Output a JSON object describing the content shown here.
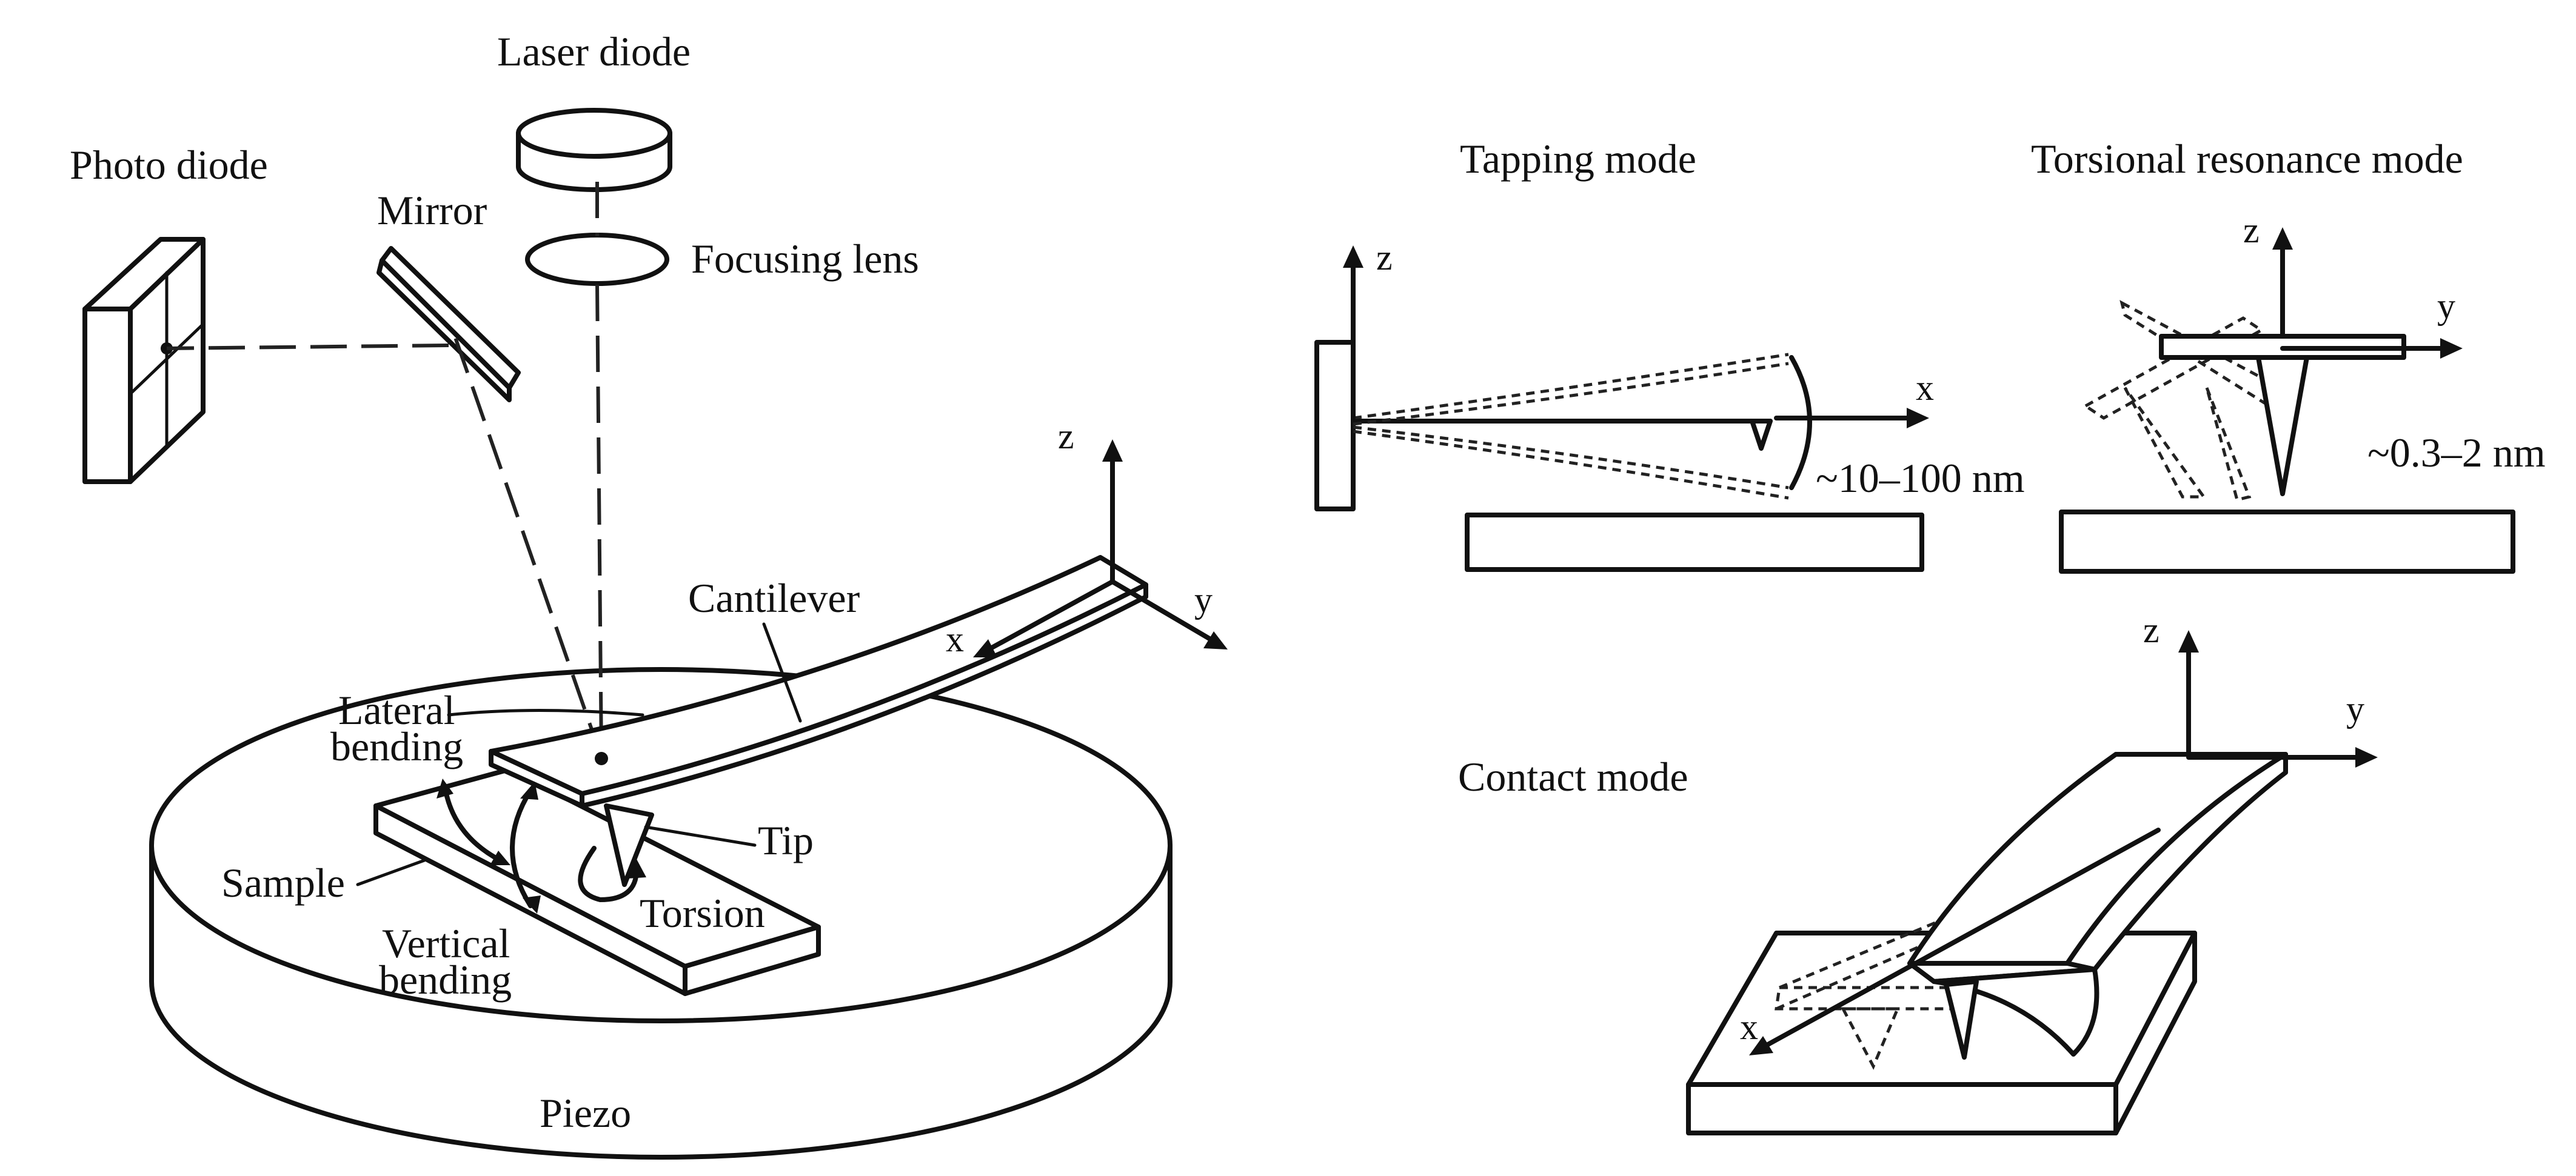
{
  "labels": {
    "laser_diode": "Laser diode",
    "photo_diode": "Photo diode",
    "mirror": "Mirror",
    "focusing_lens": "Focusing lens",
    "cantilever": "Cantilever",
    "lateral_bending_1": "Lateral",
    "lateral_bending_2": "bending",
    "sample": "Sample",
    "tip": "Tip",
    "torsion": "Torsion",
    "vertical_bending_1": "Vertical",
    "vertical_bending_2": "bending",
    "piezo": "Piezo",
    "tapping_mode": "Tapping mode",
    "torsional_resonance_mode": "Torsional resonance mode",
    "contact_mode": "Contact mode",
    "tapping_amplitude": "~10–100 nm",
    "torsional_amplitude": "~0.3–2 nm"
  },
  "axes": {
    "x": "x",
    "y": "y",
    "z": "z"
  },
  "colors": {
    "ink": "#111111",
    "background": "#ffffff"
  }
}
